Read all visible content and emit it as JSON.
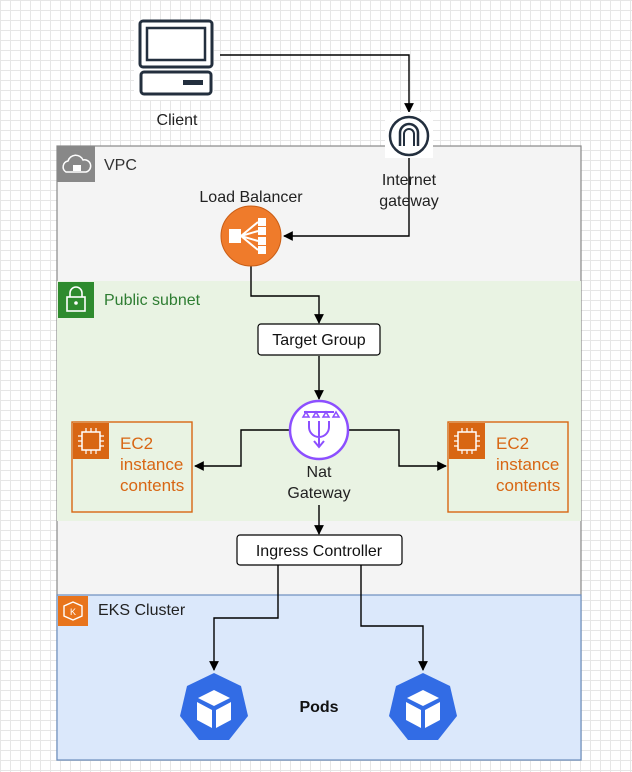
{
  "client": {
    "label": "Client"
  },
  "internet_gateway": {
    "label_line1": "Internet",
    "label_line2": "gateway"
  },
  "vpc": {
    "label": "VPC"
  },
  "load_balancer": {
    "label": "Load Balancer"
  },
  "public_subnet": {
    "label": "Public subnet"
  },
  "target_group": {
    "label": "Target Group"
  },
  "nat_gateway": {
    "label_line1": "Nat",
    "label_line2": "Gateway"
  },
  "ec2_left": {
    "line1": "EC2",
    "line2": "instance",
    "line3": "contents"
  },
  "ec2_right": {
    "line1": "EC2",
    "line2": "instance",
    "line3": "contents"
  },
  "ingress_controller": {
    "label": "Ingress Controller"
  },
  "eks_cluster": {
    "label": "EKS Cluster"
  },
  "pods": {
    "label": "Pods"
  },
  "colors": {
    "vpc_border": "#888888",
    "vpc_fill": "#f4f4f4",
    "subnet_fill": "#e9f3e3",
    "subnet_icon": "#2e8b2e",
    "ec2_orange": "#d86613",
    "eks_fill": "#dbe8fb",
    "eks_border": "#6c8ebf",
    "eks_icon": "#e8741c",
    "lb_orange": "#ef7b2b",
    "nat_purple": "#8c4fff",
    "pod_blue": "#326ce5"
  }
}
